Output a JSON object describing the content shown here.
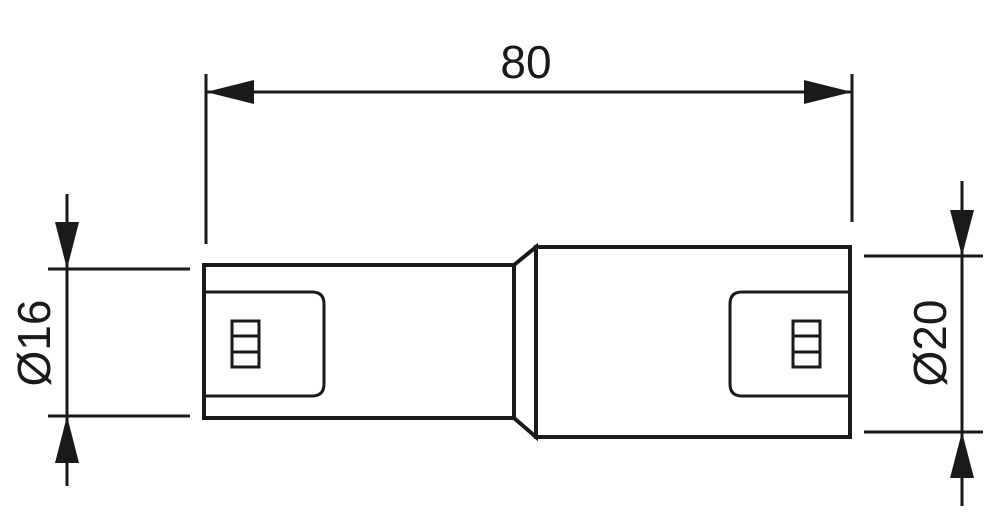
{
  "drawing": {
    "dimensions": {
      "overall_length": "80",
      "left_diameter": "Ø16",
      "right_diameter": "Ø20"
    },
    "colors": {
      "line": "#1a1a1a",
      "background": "#ffffff"
    }
  }
}
